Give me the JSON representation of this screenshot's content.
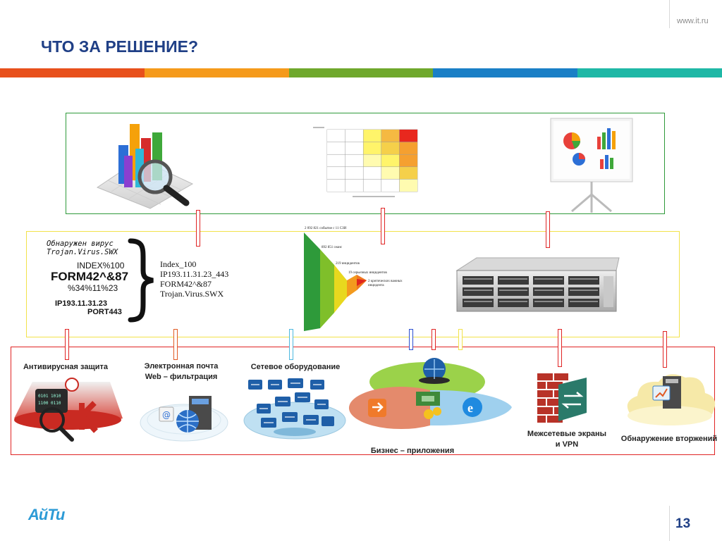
{
  "header": {
    "url": "www.it.ru",
    "title": "ЧТО ЗА РЕШЕНИЕ?"
  },
  "colors": {
    "title": "#1f3f86",
    "stripe": [
      "#e8501c",
      "#f59a1b",
      "#6fa82c",
      "#1a7fc6",
      "#1fb8a6"
    ],
    "frame_top": "#2e9a3a",
    "frame_mid": "#f2e24a",
    "frame_bottom": "#e02424"
  },
  "log": {
    "detected_line1": "Обнаружен вирус",
    "detected_line2": "Trojan.Virus.SWX",
    "index": "INDEX%100",
    "form": "FORM42^&87",
    "percent": "%34%11%23",
    "ip": "IP193.11.31.23",
    "port": "PORT443",
    "normalized": [
      "Index_100",
      "IP193.11.31.23_443",
      "FORM42^&87",
      "Trojan.Virus.SWX"
    ]
  },
  "funnel": {
    "levels": [
      "2 092 821 событие с 11 СЗИ",
      "892 851 сеанс",
      "219 инцидентов",
      "19 серьезных инцидентов",
      "2 критических важных инцидента"
    ]
  },
  "bottom": {
    "antivirus": "Антивирусная защита",
    "email_line1": "Электронная почта",
    "email_line2": "Web – фильтрация",
    "network": "Сетевое оборудование",
    "business": "Бизнес – приложения",
    "firewall_line1": "Межсетевые экраны",
    "firewall_line2": "и VPN",
    "ids": "Обнаружение вторжений"
  },
  "footer": {
    "logo": "АйТи",
    "page": "13"
  }
}
